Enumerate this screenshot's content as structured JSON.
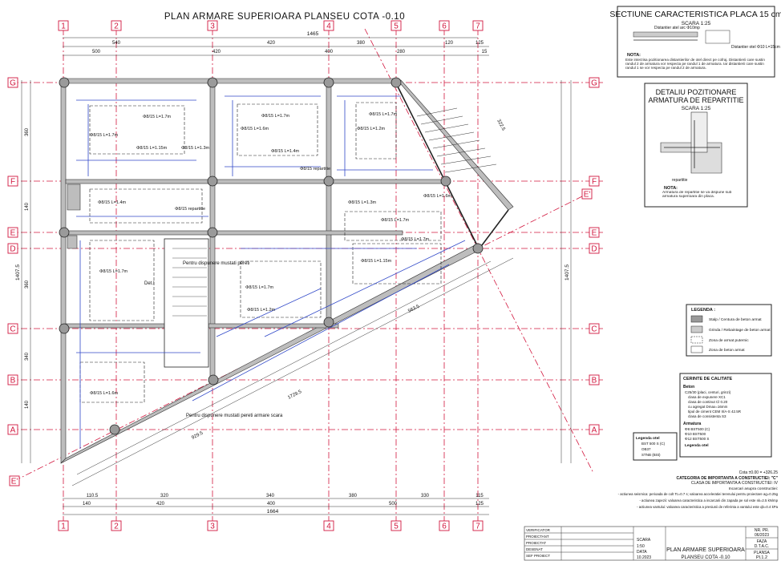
{
  "title": "PLAN ARMARE SUPERIOARA PLANSEU COTA  -0.10",
  "grid": {
    "columns": [
      "1",
      "2",
      "3",
      "4",
      "5",
      "6",
      "7"
    ],
    "rows": [
      "G",
      "F",
      "E",
      "D",
      "C",
      "B",
      "A"
    ],
    "diagonal": "E'"
  },
  "dims": {
    "top_total": "1465",
    "top_row1": [
      "540",
      "420",
      "380",
      "120",
      "125"
    ],
    "top_row2": [
      "500",
      "420",
      "400",
      "280",
      "15"
    ],
    "bottom_total": "1664",
    "bottom_row1": [
      "110.5",
      "320",
      "340",
      "380",
      "330",
      "115"
    ],
    "bottom_row2": [
      "140",
      "420",
      "400",
      "500",
      "125"
    ],
    "left_total": "1407.5",
    "left_segments": [
      "360",
      "140",
      "360",
      "340",
      "140"
    ],
    "right_total": "1407.5",
    "diag": [
      "929.5",
      "1729.5",
      "563.5",
      "322.5"
    ]
  },
  "bar_labels": [
    "Φ8/15 L=1.7m",
    "Φ8/15 L=1.15m",
    "Φ8/15 L=1.3m",
    "Φ8/15 L=1.6m",
    "Φ8/15 L=1.4m",
    "Φ8/15 L=1.2m"
  ],
  "rebar_codes": [
    "Φ8/15 repartitie",
    "Φ8/15 repartitie"
  ],
  "stair": {
    "label": "Det.I",
    "notes": [
      "Pentru dispunere mustati pereti",
      "Pentru dispunere mustati pereti armare scara"
    ]
  },
  "section_panel": {
    "title": "SECTIUNE CARACTERISTICA PLACA 15 cm",
    "scale": "SCARA 1:25",
    "labels": [
      "Distantier atel arc Φ10mp",
      "Distantier otel Φ10 L=15cm"
    ],
    "note_title": "NOTA:",
    "note": "Este interzisa pozitionarea distantierilor de otel direct pe cofraj. Distantierii care sustin randul 2 de armatura vor respecta pe randul 1 de armatura. Iar distantierii care sustin randul 1 se vor respecta pe randul 2 de armatura."
  },
  "detail_panel": {
    "title1": "DETALIU POZITIONARE",
    "title2": "ARMATURA DE REPARTITIE",
    "scale": "SCARA 1:25",
    "label": "repartitie",
    "note_title": "NOTA:",
    "note": "Armatura de repartitie se va dispune sub armatura superioara din placa."
  },
  "legend": {
    "title": "LEGENDA :",
    "items": [
      "Stalp / Centura de beton armat",
      "Grinda / Rebaintage de beton armat",
      "Zona de armat puternic",
      "Zona de beton armat"
    ]
  },
  "quality": {
    "title": "CERINTE DE CALITATE",
    "beton_title": "Beton",
    "beton": [
      "C25/30 (placi, centuri, grinzi)",
      "clasa de expunere XC1",
      "clasa de continut Cl 0.20",
      "cu agregat Dmax=16mm",
      "tipul de ciment CEM II/A-S 42.5R",
      "clasa de consistenta S3"
    ],
    "armatura_title": "Armatura",
    "armatura": [
      "Φ8 BST500 (C)",
      "Φ10 BST500",
      "Φ12 BST500 S"
    ],
    "otel_title": "Legenda otel",
    "otel": [
      "BST 500 S (C)",
      "OB37",
      "STNB (BSt)"
    ]
  },
  "notes_bottom": {
    "lines": [
      "Cota ±0.00 = +326.25",
      "CATEGORIA DE IMPORTANTA A CONSTRUCTIEI: \"C\"",
      "CLASA DE IMPORTANTA A CONSTRUCTIEI: IV",
      "Incarcari asupra constructiei:",
      "- actiunea seismica: perioada de colt Tc=0.7 s; valoarea acceleratiei terenului pentru proiectare ag=0.25g",
      "- actiunea zapezii: valoarea caracteristica a incarcarii din zapada pe sol este sk=2.5 kN/mp",
      "- actiunea vantului: valoarea caracteristica a presiunii de referinta a vantului este qb=0.4 kPa"
    ]
  },
  "title_block": {
    "rows": [
      "VERIFICATOR",
      "PROIECTANT",
      "PROIECTAT",
      "DESENAT",
      "SEF PROIECT"
    ],
    "project_nr_label": "NR. PR.",
    "project_nr": "06/2023",
    "phase_label": "FAZA",
    "phase": "D.T.A.C.",
    "sheet_label": "PLANSA",
    "sheet": "Pl.1.2",
    "scale_label": "SCARA",
    "scale": "1:50",
    "date_label": "DATA",
    "date": "10.2023",
    "drawing_title1": "PLAN ARMARE SUPERIOARA",
    "drawing_title2": "PLANSEU COTA  -0.10"
  }
}
